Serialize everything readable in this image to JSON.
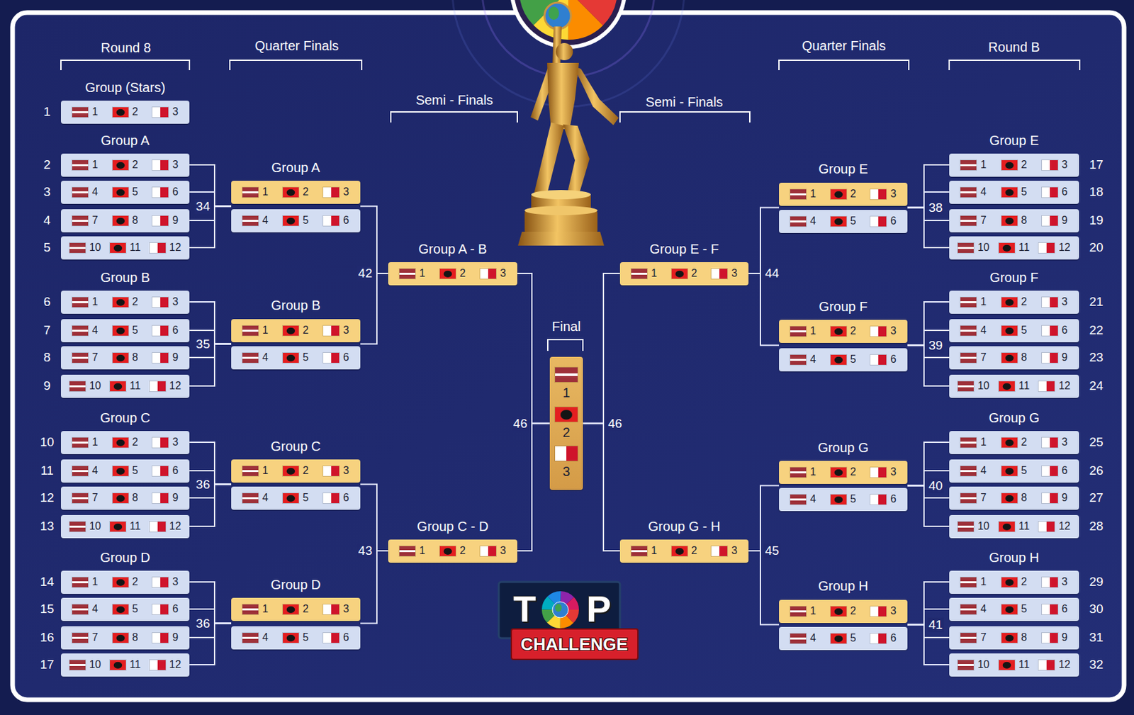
{
  "diagram": {
    "nodes": [
      {
        "text": [
          "Group (Stars)",
          "1",
          "2",
          "3"
        ]
      },
      {
        "text": [
          "Group A"
        ]
      },
      {
        "text": [
          "1",
          "2",
          "3"
        ],
        "in": 1
      },
      {
        "text": [
          "4",
          "5",
          "6"
        ],
        "in": 1
      },
      {
        "text": [
          "7",
          "8",
          "9"
        ],
        "in": 1
      },
      {
        "text": [
          "10",
          "11",
          "12"
        ],
        "in": 1
      },
      {
        "text": [
          "Group B"
        ]
      },
      {
        "text": [
          "1",
          "2",
          "3"
        ],
        "in": 6
      },
      {
        "text": [
          "4",
          "5",
          "6"
        ],
        "in": 6
      },
      {
        "text": [
          "7",
          "8",
          "9"
        ],
        "in": 6
      },
      {
        "text": [
          "10",
          "11",
          "12"
        ],
        "in": 6
      },
      {
        "text": [
          "Group C"
        ]
      },
      {
        "text": [
          "1",
          "2",
          "3"
        ],
        "in": 11
      },
      {
        "text": [
          "4",
          "5",
          "6"
        ],
        "in": 11
      },
      {
        "text": [
          "7",
          "8",
          "9"
        ],
        "in": 11
      },
      {
        "text": [
          "10",
          "11",
          "12"
        ],
        "in": 11
      },
      {
        "text": [
          "Group D"
        ]
      },
      {
        "text": [
          "1",
          "2",
          "3"
        ],
        "in": 16
      },
      {
        "text": [
          "4",
          "5",
          "6"
        ],
        "in": 16
      },
      {
        "text": [
          "7",
          "8",
          "9"
        ],
        "in": 16
      },
      {
        "text": [
          "10",
          "11",
          "12"
        ],
        "in": 16
      },
      {
        "text": [
          "Group A"
        ]
      },
      {
        "text": [
          "1",
          "2",
          "3"
        ],
        "in": 21
      },
      {
        "text": [
          "4",
          "5",
          "6"
        ],
        "in": 21
      },
      {
        "text": [
          "Group B"
        ]
      },
      {
        "text": [
          "1",
          "2",
          "3"
        ],
        "in": 24
      },
      {
        "text": [
          "4",
          "5",
          "6"
        ],
        "in": 24
      },
      {
        "text": [
          "Group C"
        ]
      },
      {
        "text": [
          "1",
          "2",
          "3"
        ],
        "in": 27
      },
      {
        "text": [
          "4",
          "5",
          "6"
        ],
        "in": 27
      },
      {
        "text": [
          "Group D"
        ]
      },
      {
        "text": [
          "1",
          "2",
          "3"
        ],
        "in": 30
      },
      {
        "text": [
          "4",
          "5",
          "6"
        ],
        "in": 30
      },
      {
        "text": [
          "Group A - B",
          "1",
          "2",
          "3"
        ]
      },
      {
        "text": [
          "Group C - D",
          "1",
          "2",
          "3"
        ]
      },
      {
        "text": [
          "Final",
          "1",
          "2",
          "3"
        ]
      },
      {
        "text": [
          "Group E - F",
          "1",
          "2",
          "3"
        ]
      },
      {
        "text": [
          "Group G - H",
          "1",
          "2",
          "3"
        ]
      },
      {
        "text": [
          "Group E"
        ]
      },
      {
        "text": [
          "1",
          "2",
          "3"
        ],
        "in": 38
      },
      {
        "text": [
          "4",
          "5",
          "6"
        ],
        "in": 38
      },
      {
        "text": [
          "Group F"
        ]
      },
      {
        "text": [
          "1",
          "2",
          "3"
        ],
        "in": 41
      },
      {
        "text": [
          "4",
          "5",
          "6"
        ],
        "in": 41
      },
      {
        "text": [
          "Group G"
        ]
      },
      {
        "text": [
          "1",
          "2",
          "3"
        ],
        "in": 44
      },
      {
        "text": [
          "4",
          "5",
          "6"
        ],
        "in": 44
      },
      {
        "text": [
          "Group H"
        ]
      },
      {
        "text": [
          "1",
          "2",
          "3"
        ],
        "in": 47
      },
      {
        "text": [
          "4",
          "5",
          "6"
        ],
        "in": 47
      },
      {
        "text": [
          "Group E"
        ]
      },
      {
        "text": [
          "1",
          "2",
          "3"
        ],
        "in": 50
      },
      {
        "text": [
          "4",
          "5",
          "6"
        ],
        "in": 50
      },
      {
        "text": [
          "7",
          "8",
          "9"
        ],
        "in": 50
      },
      {
        "text": [
          "10",
          "11",
          "12"
        ],
        "in": 50
      },
      {
        "text": [
          "Group F"
        ]
      },
      {
        "text": [
          "1",
          "2",
          "3"
        ],
        "in": 55
      },
      {
        "text": [
          "4",
          "5",
          "6"
        ],
        "in": 55
      },
      {
        "text": [
          "7",
          "8",
          "9"
        ],
        "in": 55
      },
      {
        "text": [
          "10",
          "11",
          "12"
        ],
        "in": 55
      },
      {
        "text": [
          "Group G"
        ]
      },
      {
        "text": [
          "1",
          "2",
          "3"
        ],
        "in": 60
      },
      {
        "text": [
          "4",
          "5",
          "6"
        ],
        "in": 60
      },
      {
        "text": [
          "7",
          "8",
          "9"
        ],
        "in": 60
      },
      {
        "text": [
          "10",
          "11",
          "12"
        ],
        "in": 60
      },
      {
        "text": [
          "Group H"
        ]
      },
      {
        "text": [
          "1",
          "2",
          "3"
        ],
        "in": 65
      },
      {
        "text": [
          "4",
          "5",
          "6"
        ],
        "in": 65
      },
      {
        "text": [
          "7",
          "8",
          "9"
        ],
        "in": 65
      },
      {
        "text": [
          "10",
          "11",
          "12"
        ],
        "in": 65
      }
    ],
    "edges": [
      {
        "from": 2,
        "to": 21,
        "label": "34",
        "arrow": "none"
      },
      {
        "from": 3,
        "to": 21,
        "arrow": "none"
      },
      {
        "from": 4,
        "to": 21,
        "arrow": "none"
      },
      {
        "from": 5,
        "to": 21,
        "arrow": "none"
      },
      {
        "from": 7,
        "to": 24,
        "label": "35",
        "arrow": "none"
      },
      {
        "from": 8,
        "to": 24,
        "arrow": "none"
      },
      {
        "from": 9,
        "to": 24,
        "arrow": "none"
      },
      {
        "from": 10,
        "to": 24,
        "arrow": "none"
      },
      {
        "from": 12,
        "to": 27,
        "label": "36",
        "arrow": "none"
      },
      {
        "from": 13,
        "to": 27,
        "arrow": "none"
      },
      {
        "from": 14,
        "to": 27,
        "arrow": "none"
      },
      {
        "from": 15,
        "to": 27,
        "arrow": "none"
      },
      {
        "from": 17,
        "to": 30,
        "label": "36",
        "arrow": "none"
      },
      {
        "from": 18,
        "to": 30,
        "arrow": "none"
      },
      {
        "from": 19,
        "to": 30,
        "arrow": "none"
      },
      {
        "from": 20,
        "to": 30,
        "arrow": "none"
      },
      {
        "from": 21,
        "to": 33,
        "label": "42",
        "arrow": "none"
      },
      {
        "from": 24,
        "to": 33,
        "arrow": "none"
      },
      {
        "from": 27,
        "to": 34,
        "label": "43",
        "arrow": "none"
      },
      {
        "from": 30,
        "to": 34,
        "arrow": "none"
      },
      {
        "from": 33,
        "to": 35,
        "label": "46",
        "arrow": "none"
      },
      {
        "from": 34,
        "to": 35,
        "arrow": "none"
      },
      {
        "from": 36,
        "to": 35,
        "label": "46",
        "arrow": "none"
      },
      {
        "from": 37,
        "to": 35,
        "arrow": "none"
      },
      {
        "from": 38,
        "to": 36,
        "label": "44",
        "arrow": "none"
      },
      {
        "from": 41,
        "to": 36,
        "arrow": "none"
      },
      {
        "from": 44,
        "to": 37,
        "label": "45",
        "arrow": "none"
      },
      {
        "from": 47,
        "to": 37,
        "arrow": "none"
      },
      {
        "from": 51,
        "to": 38,
        "label": "38",
        "arrow": "none"
      },
      {
        "from": 52,
        "to": 38,
        "arrow": "none"
      },
      {
        "from": 53,
        "to": 38,
        "arrow": "none"
      },
      {
        "from": 54,
        "to": 38,
        "arrow": "none"
      },
      {
        "from": 56,
        "to": 41,
        "label": "39",
        "arrow": "none"
      },
      {
        "from": 57,
        "to": 41,
        "arrow": "none"
      },
      {
        "from": 58,
        "to": 41,
        "arrow": "none"
      },
      {
        "from": 59,
        "to": 41,
        "arrow": "none"
      },
      {
        "from": 61,
        "to": 44,
        "label": "40",
        "arrow": "none"
      },
      {
        "from": 62,
        "to": 44,
        "arrow": "none"
      },
      {
        "from": 63,
        "to": 44,
        "arrow": "none"
      },
      {
        "from": 64,
        "to": 44,
        "arrow": "none"
      },
      {
        "from": 66,
        "to": 47,
        "label": "41",
        "arrow": "none"
      },
      {
        "from": 67,
        "to": 47,
        "arrow": "none"
      },
      {
        "from": 68,
        "to": 47,
        "arrow": "none"
      },
      {
        "from": 69,
        "to": 47,
        "arrow": "none"
      }
    ],
    "labels": [
      "Round 8",
      "Quarter Finals",
      "Semi - Finals",
      "Semi - Finals",
      "Quarter Finals",
      "Round B",
      "1",
      "2",
      "3",
      "4",
      "5",
      "6",
      "7",
      "8",
      "9",
      "10",
      "11",
      "12",
      "13",
      "14",
      "15",
      "16",
      "17",
      "17",
      "18",
      "19",
      "20",
      "21",
      "22",
      "23",
      "24",
      "25",
      "26",
      "27",
      "28",
      "29",
      "30",
      "31",
      "32",
      "T",
      "P",
      "CHALLENGE"
    ]
  }
}
